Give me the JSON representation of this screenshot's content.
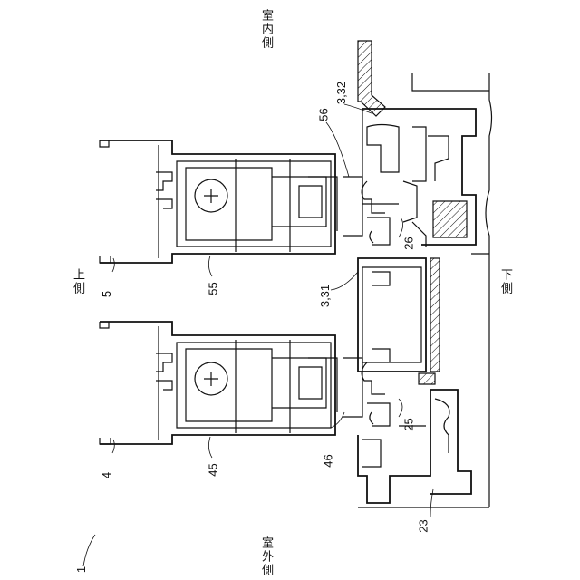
{
  "labels": {
    "room_inside": "室内側",
    "room_outside": "室外側",
    "upper_side": "上側",
    "lower_side": "下側",
    "ref_1": "1",
    "ref_4": "4",
    "ref_5": "5",
    "ref_23": "23",
    "ref_25": "25",
    "ref_26": "26",
    "ref_45": "45",
    "ref_46": "46",
    "ref_55": "55",
    "ref_56": "56",
    "ref_3_31": "3,31",
    "ref_3_32": "3,32"
  }
}
